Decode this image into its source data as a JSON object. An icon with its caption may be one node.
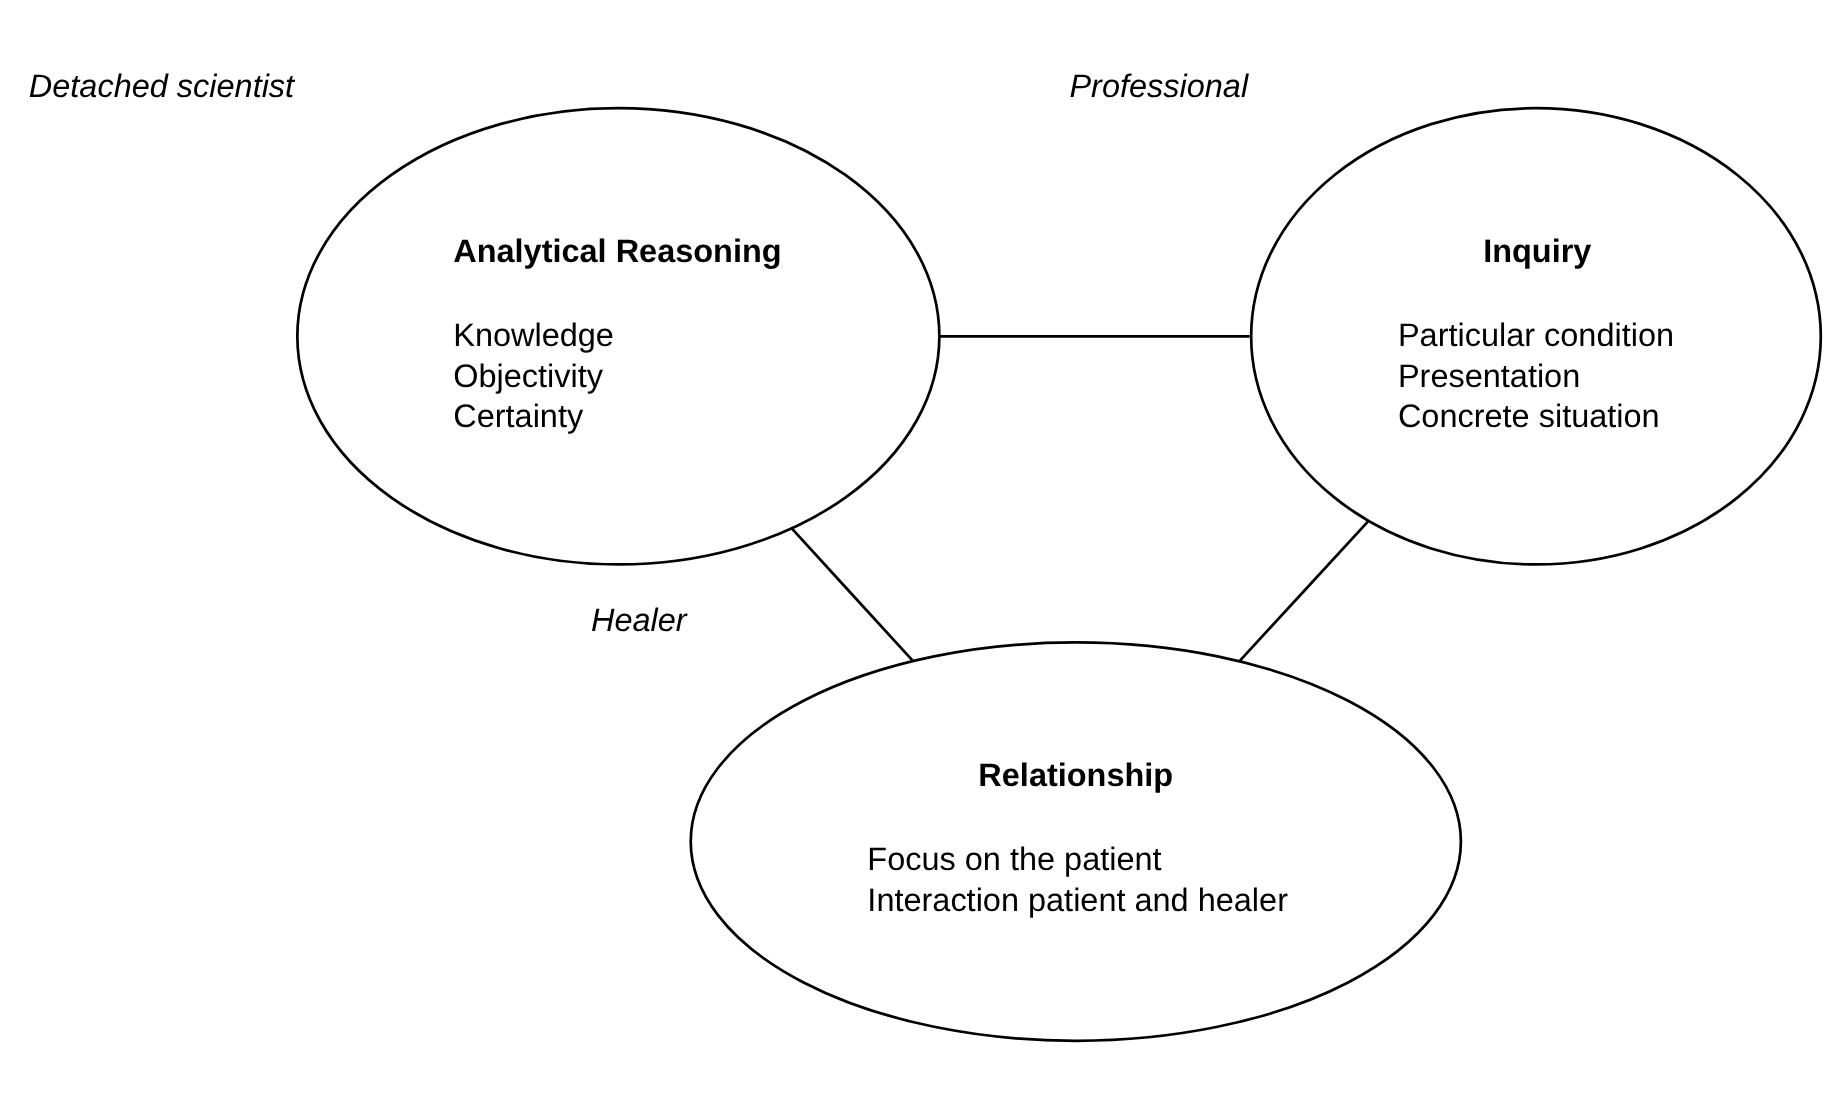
{
  "diagram": {
    "nodes": [
      {
        "text": [
          "Analytical Reasoning",
          "Knowledge",
          "Objectivity",
          "Certainty"
        ],
        "beside": [
          "Detached scientist"
        ]
      },
      {
        "text": [
          "Inquiry",
          "Particular condition",
          "Presentation",
          "Concrete situation"
        ],
        "beside": [
          "Professional"
        ]
      },
      {
        "text": [
          "Relationship",
          "Focus on the patient",
          "Interaction patient and healer"
        ],
        "beside": [
          "Healer"
        ]
      }
    ],
    "edges": [
      {
        "from": 0,
        "to": 1,
        "arrow": "none"
      },
      {
        "from": 0,
        "to": 2,
        "arrow": "none"
      },
      {
        "from": 1,
        "to": 2,
        "arrow": "none"
      }
    ]
  }
}
